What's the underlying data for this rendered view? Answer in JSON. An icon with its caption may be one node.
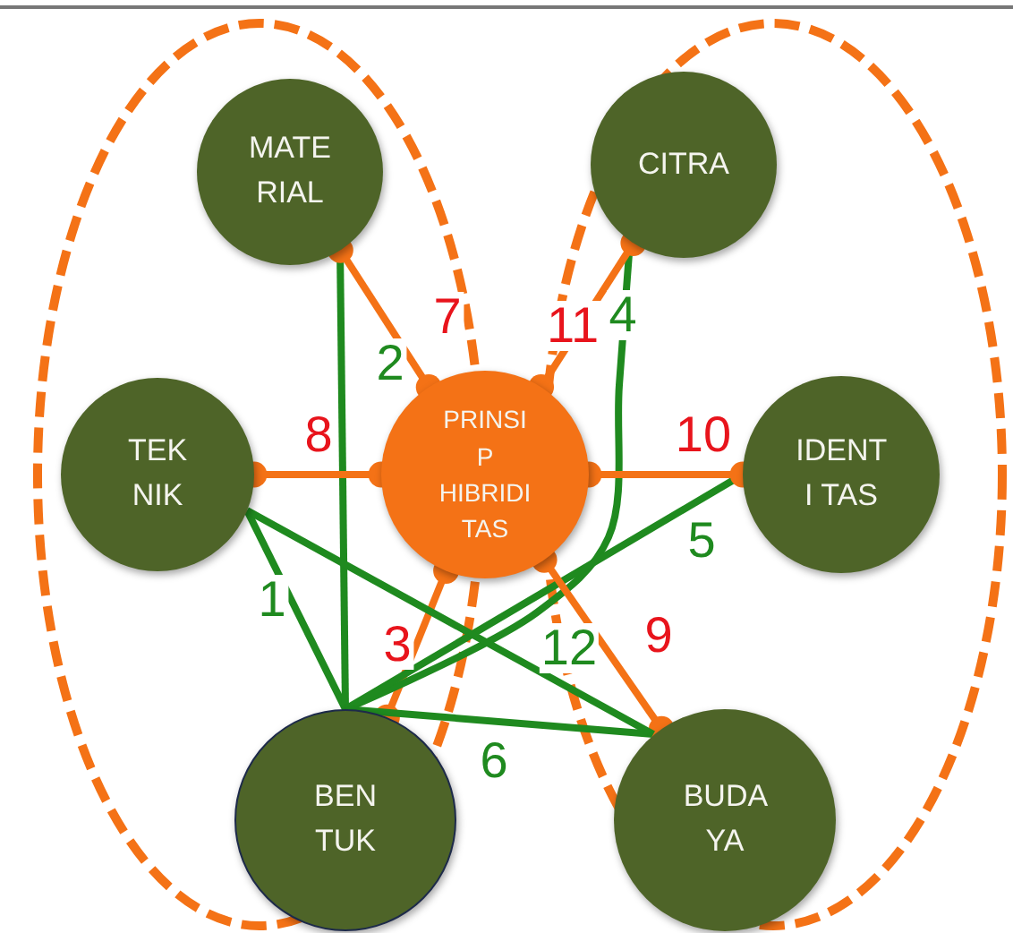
{
  "diagram": {
    "nodes": [
      {
        "text": [
          "MATE RIAL"
        ]
      },
      {
        "text": [
          "CITRA"
        ]
      },
      {
        "text": [
          "TEK NIK"
        ]
      },
      {
        "text": [
          "PRINSI P HIBRIDI TAS"
        ]
      },
      {
        "text": [
          "IDENT I TAS"
        ]
      },
      {
        "text": [
          "BEN TUK"
        ]
      },
      {
        "text": [
          "BUDA YA"
        ]
      }
    ],
    "edges": [
      {
        "from": 2,
        "to": 5,
        "arrow": "none",
        "label": "1"
      },
      {
        "from": 0,
        "to": 5,
        "arrow": "none",
        "label": "2"
      },
      {
        "from": 3,
        "to": 5,
        "arrow": "other",
        "label": "3",
        "color": "#f47216"
      },
      {
        "from": 1,
        "to": 5,
        "arrow": "none",
        "label": "4"
      },
      {
        "from": 4,
        "to": 5,
        "arrow": "none",
        "label": "5"
      },
      {
        "from": 5,
        "to": 6,
        "arrow": "none",
        "label": "6"
      },
      {
        "from": 3,
        "to": 0,
        "arrow": "other",
        "label": "7",
        "color": "#f47216"
      },
      {
        "from": 3,
        "to": 2,
        "arrow": "other",
        "label": "8",
        "color": "#f47216"
      },
      {
        "from": 3,
        "to": 6,
        "arrow": "other",
        "label": "9",
        "color": "#f47216"
      },
      {
        "from": 3,
        "to": 4,
        "arrow": "other",
        "label": "10",
        "color": "#f47216"
      },
      {
        "from": 3,
        "to": 1,
        "arrow": "other",
        "label": "11",
        "color": "#f47216"
      },
      {
        "from": 2,
        "to": 6,
        "arrow": "none",
        "label": "12"
      }
    ]
  }
}
